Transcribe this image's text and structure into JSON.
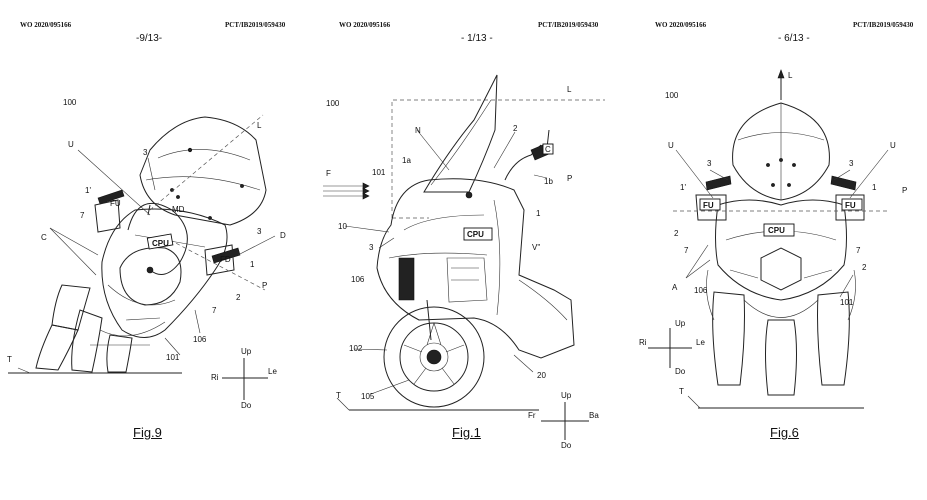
{
  "figures": [
    {
      "id": "fig9",
      "pub_number": "WO 2020/095166",
      "app_number": "PCT/IB2019/059430",
      "page": "-9/13-",
      "caption": "Fig.9",
      "labels": {
        "l100": "100",
        "lU": "U",
        "l3": "3",
        "lL": "L",
        "l1p": "1'",
        "lFU": "FU",
        "l7": "7",
        "lMD": "MD",
        "lC": "C",
        "lCPU": "CPU",
        "l3b": "3",
        "lD": "D",
        "lFD": "FD",
        "l1": "1",
        "lP": "P",
        "l2": "2",
        "l7b": "7",
        "l106": "106",
        "l101": "101",
        "lT": "T"
      },
      "axes": {
        "up": "Up",
        "left": "Ri",
        "right": "Le",
        "down": "Do"
      }
    },
    {
      "id": "fig1",
      "pub_number": "WO 2020/095166",
      "app_number": "PCT/IB2019/059430",
      "page": "- 1/13 -",
      "caption": "Fig.1",
      "labels": {
        "l100": "100",
        "lL": "L",
        "lN": "N",
        "l2": "2",
        "l1a": "1a",
        "lC": "C",
        "l1b": "1b",
        "lF": "F",
        "l101": "101",
        "lP": "P",
        "l10": "10",
        "l1": "1",
        "lCPU": "CPU",
        "lV": "V''",
        "l3": "3",
        "l106": "106",
        "l102": "102",
        "l105": "105",
        "l20": "20",
        "lT": "T"
      },
      "axes": {
        "up": "Up",
        "left": "Fr",
        "right": "Ba",
        "down": "Do"
      }
    },
    {
      "id": "fig6",
      "pub_number": "WO 2020/095166",
      "app_number": "PCT/IB2019/059430",
      "page": "- 6/13 -",
      "caption": "Fig.6",
      "labels": {
        "lL": "L",
        "l100": "100",
        "lU1": "U",
        "lU2": "U",
        "l3a": "3",
        "l3b": "3",
        "l1p": "1'",
        "l1": "1",
        "lP": "P",
        "lFU1": "FU",
        "lFU2": "FU",
        "l2a": "2",
        "lCPU": "CPU",
        "l7a": "7",
        "l7b": "7",
        "l2b": "2",
        "lA": "A",
        "l106": "106",
        "l101": "101",
        "lT": "T"
      },
      "axes": {
        "up": "Up",
        "left": "Ri",
        "right": "Le",
        "down": "Do"
      }
    }
  ]
}
